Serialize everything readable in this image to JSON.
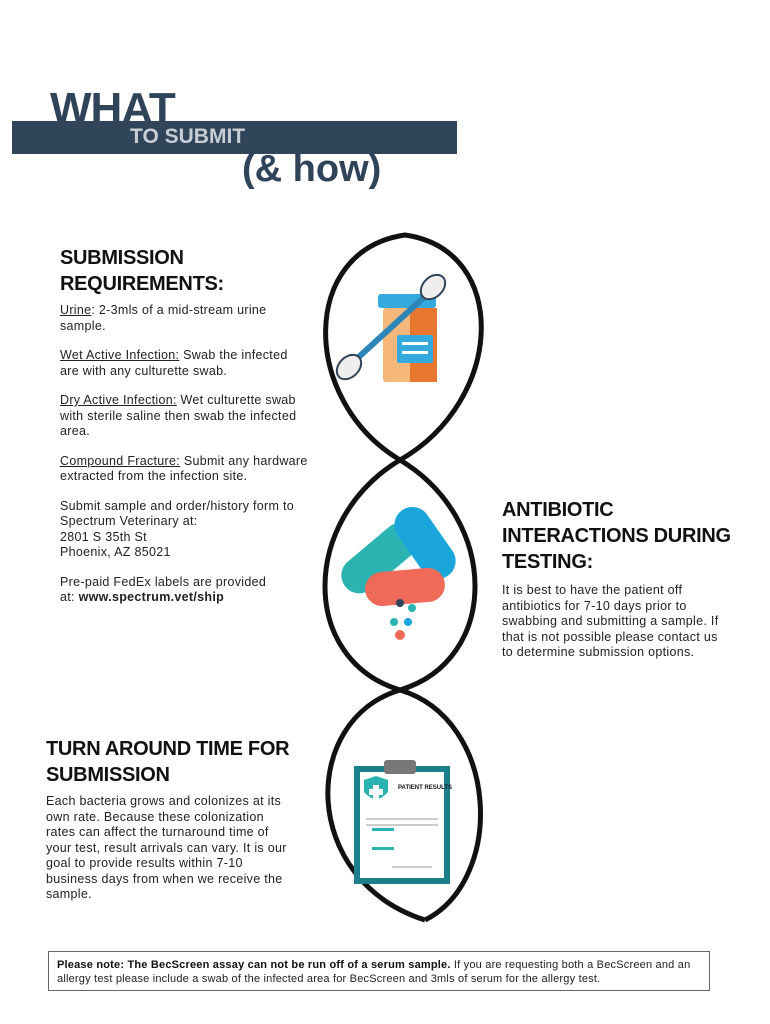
{
  "header": {
    "what": "WHAT",
    "to_submit": "TO SUBMIT",
    "how": "(& how)"
  },
  "submission": {
    "title": "SUBMISSION REQUIREMENTS:",
    "urine_label": "Urine",
    "urine_text": ": 2-3mls of a mid-stream urine sample.",
    "wet_label": "Wet Active Infection:",
    "wet_text": " Swab the infected are with any culturette swab.",
    "dry_label": "Dry Active Infection:",
    "dry_text": " Wet culturette swab with sterile saline then swab the infected area.",
    "fracture_label": "Compound Fracture:",
    "fracture_text": " Submit any hardware extracted from the infection site.",
    "submit_text": "Submit sample and order/history form to Spectrum Veterinary at:",
    "address1": "2801 S 35th St",
    "address2": "Phoenix, AZ 85021",
    "fedex_text": "Pre-paid FedEx labels are provided at: ",
    "fedex_link": "www.spectrum.vet/ship"
  },
  "antibiotic": {
    "title": "ANTIBIOTIC INTERACTIONS DURING TESTING:",
    "text": "It is best to have the patient off antibiotics for 7-10 days prior to swabbing and submitting a sample. If that is not possible please contact us to determine submission options."
  },
  "turnaround": {
    "title": "TURN AROUND TIME FOR SUBMISSION",
    "text": "Each bacteria grows and colonizes at its own rate.  Because these colonization rates can affect the turnaround time of your test, result arrivals can vary. It is our goal to provide results within 7-10 business days from  when we receive the sample."
  },
  "clipboard": {
    "label": "PATIENT RESULTS"
  },
  "note": {
    "bold": "Please note: The BecScreen assay can not be run off of a serum sample.",
    "text": " If you are requesting both a BecScreen and an allergy test please include a swab of the infected area for BecScreen and 3mls of serum for the allergy test."
  },
  "colors": {
    "navy": "#30445a",
    "teal": "#2bb3b1",
    "blue": "#1aa6db",
    "orange": "#ef7d35",
    "coral": "#f06a5a"
  }
}
